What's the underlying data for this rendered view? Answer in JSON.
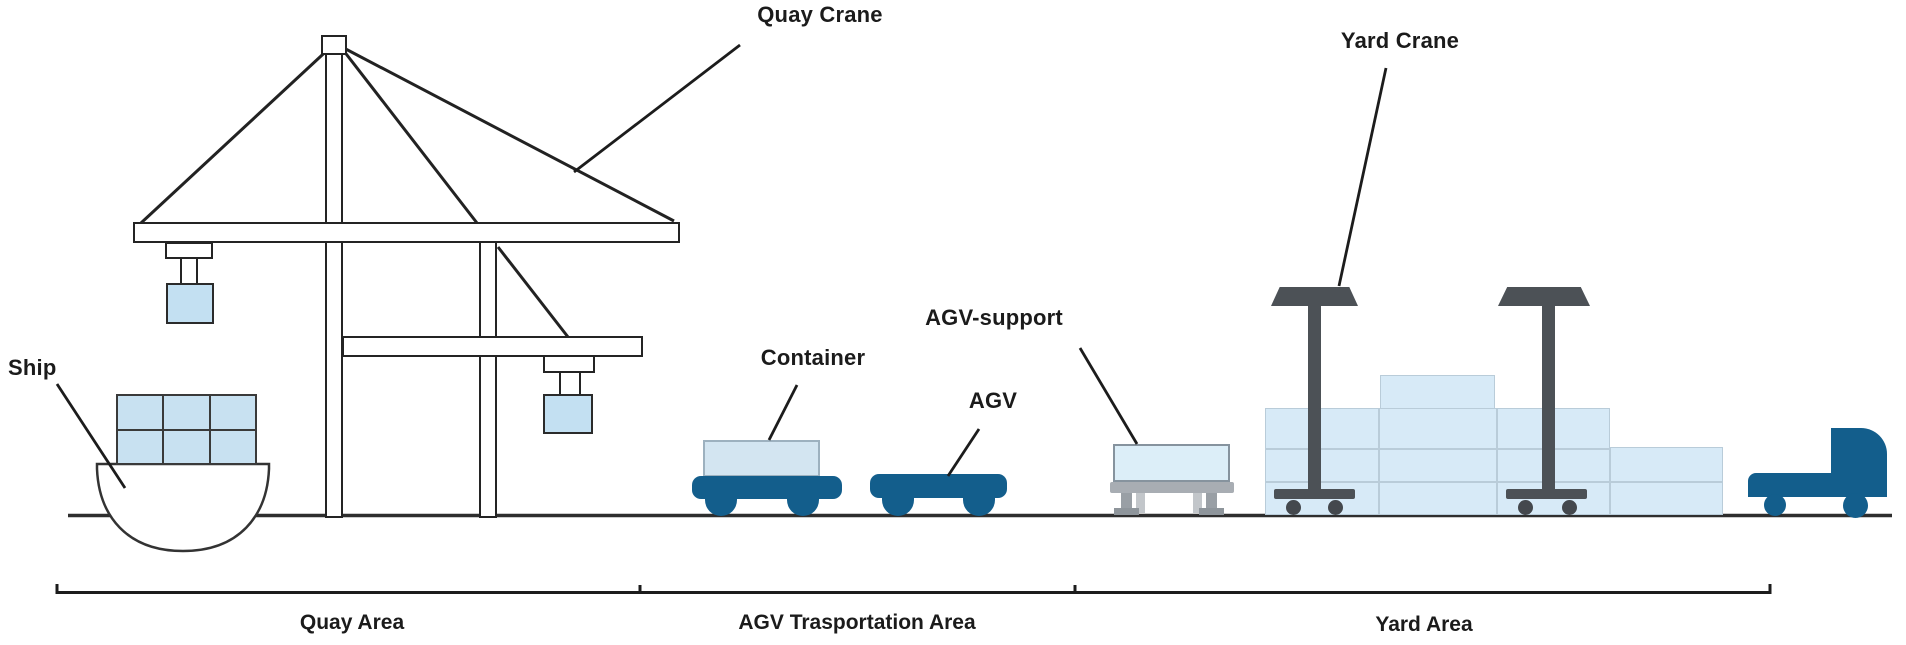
{
  "figure": {
    "labels": {
      "ship": "Ship",
      "quay_crane": "Quay Crane",
      "container": "Container",
      "agv": "AGV",
      "agv_support": "AGV-support",
      "yard_crane": "Yard Crane"
    },
    "areas": {
      "quay": "Quay Area",
      "agv_transport": "AGV Trasportation Area",
      "yard": "Yard Area"
    },
    "colors": {
      "vehicle_blue": "#135e8c",
      "hanging_container_blue": "#c3e0f2",
      "ship_container_blue": "#c8e1f1",
      "yard_stack_blue": "#d7eaf7",
      "yard_crane_gray": "#4c5156",
      "agv_support_gray": "#a8adb3",
      "line_color": "#1e1e1e"
    }
  }
}
